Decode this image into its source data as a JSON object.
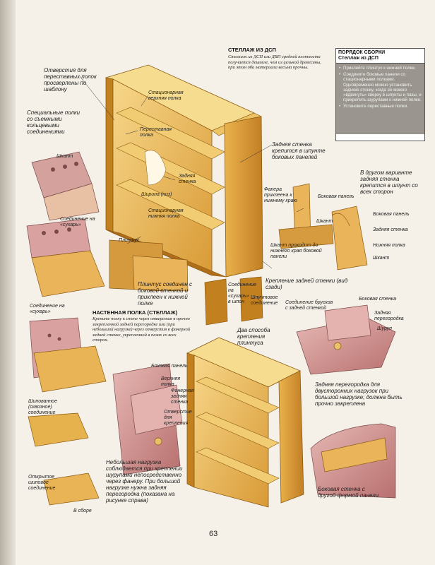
{
  "page": {
    "number": "63",
    "section_title": "СТЕЛЛАЖ ИЗ ДСП",
    "section_text": "Стеллаж из ДСП или ДВП средней плотности получается дешевле, чем из цельной древесины, при этом оба материала весьма прочны.",
    "wall_title": "НАСТЕННАЯ ПОЛКА (СТЕЛЛАЖ)",
    "wall_text": "Крепите полку к стене через отверстия в прочно закрепленной задней перегородке или (при небольшой нагрузке) через отверстия в фанерной задней стенке, укрепленной в пазах со всех сторон."
  },
  "assembly_box": {
    "title": "ПОРЯДОК СБОРКИ",
    "subtitle": "Стеллаж из ДСП",
    "steps": [
      "Приклейте плинтус к нижней полке.",
      "Соедините боковые панели со стационарными полками. Одновременно можно установить заднюю стенку, когда ее можно «вдвинуть» сверху в шпунты и пазы, и прикрепить шурупами к нижней полке.",
      "Установите переставные полки."
    ]
  },
  "labels": {
    "holes": "Отверстия для переставных полок просверлены по шаблону",
    "fixed_top": "Стационарная верхняя полка",
    "movable": "Переставная полка",
    "back_panel": "Задняя стенка",
    "width_vis": "Ширина (низ)",
    "fixed_bottom": "Стационарная нижняя полка",
    "back_groove": "Задняя стенка крепится в шпунте боковых панелей",
    "special_holders": "Специальные полки со съемными кольцевыми соединениями",
    "dowel": "Шкант",
    "coupling": "Соединение на «сухарь»",
    "plinth": "Плинтус",
    "plinth_joined": "Плинтус соединен с боковой стенкой и приклеен к нижней полке",
    "plywood_glued": "Фанера приклеена к нижнему краю",
    "side_panel": "Боковая панель",
    "back_wall_2": "В другом варианте задняя стенка крепится в шпунт со всех сторон",
    "dowel_2": "Шкант",
    "dowel_bottom": "Шкант проходит до нижнего края боковой панели",
    "side_panel_2": "Боковая панель",
    "back_wall_3": "Задняя стенка",
    "bottom_shelf": "Нижняя полка",
    "shkant_3": "Шкант",
    "back_mount": "Крепление задней стенки (вид сзади)",
    "two_ways": "Два способа крепления плинтуса",
    "ear_joint": "Соединение на «сухарь» в шпон",
    "spike_joint": "Шпунтовое соединение",
    "side_wall_r": "Боковая стенка",
    "back_partition": "Задняя перегородка",
    "dowel_r": "Шуруп",
    "reinforced": "Соединение брусков с задней стенкой",
    "back_partition_note": "Задняя перегородка для двусторонних нагрузок при большой нагрузке; должна быть прочно закреплена",
    "tenon_joint": "Шипованное (сквозное) соединение",
    "side_panel_w": "Боковая панель",
    "top_panel": "Верхняя полка",
    "plywood_back": "Фанерная задняя стенка",
    "half_hole": "Отверстие для крепления",
    "light_load": "Небольшая нагрузка соблюдается при креплении шурупами непосредственно через фанеру. При большой нагрузке нужна задняя перегородка (показана на рисунке справа)",
    "tenon_open": "Открытое шиповое соединение",
    "side_section": "В сборе",
    "side_wall_other": "Боковая стенка с другой формой панели",
    "slot_joint": "Соединение на «сухарь»"
  },
  "colors": {
    "wood": "#e7b24a",
    "wood_dark": "#b9761c",
    "wood_light": "#f6d98a",
    "pink": "#d9a2a0",
    "pink_dark": "#a9605f",
    "gray": "#9a968f"
  }
}
